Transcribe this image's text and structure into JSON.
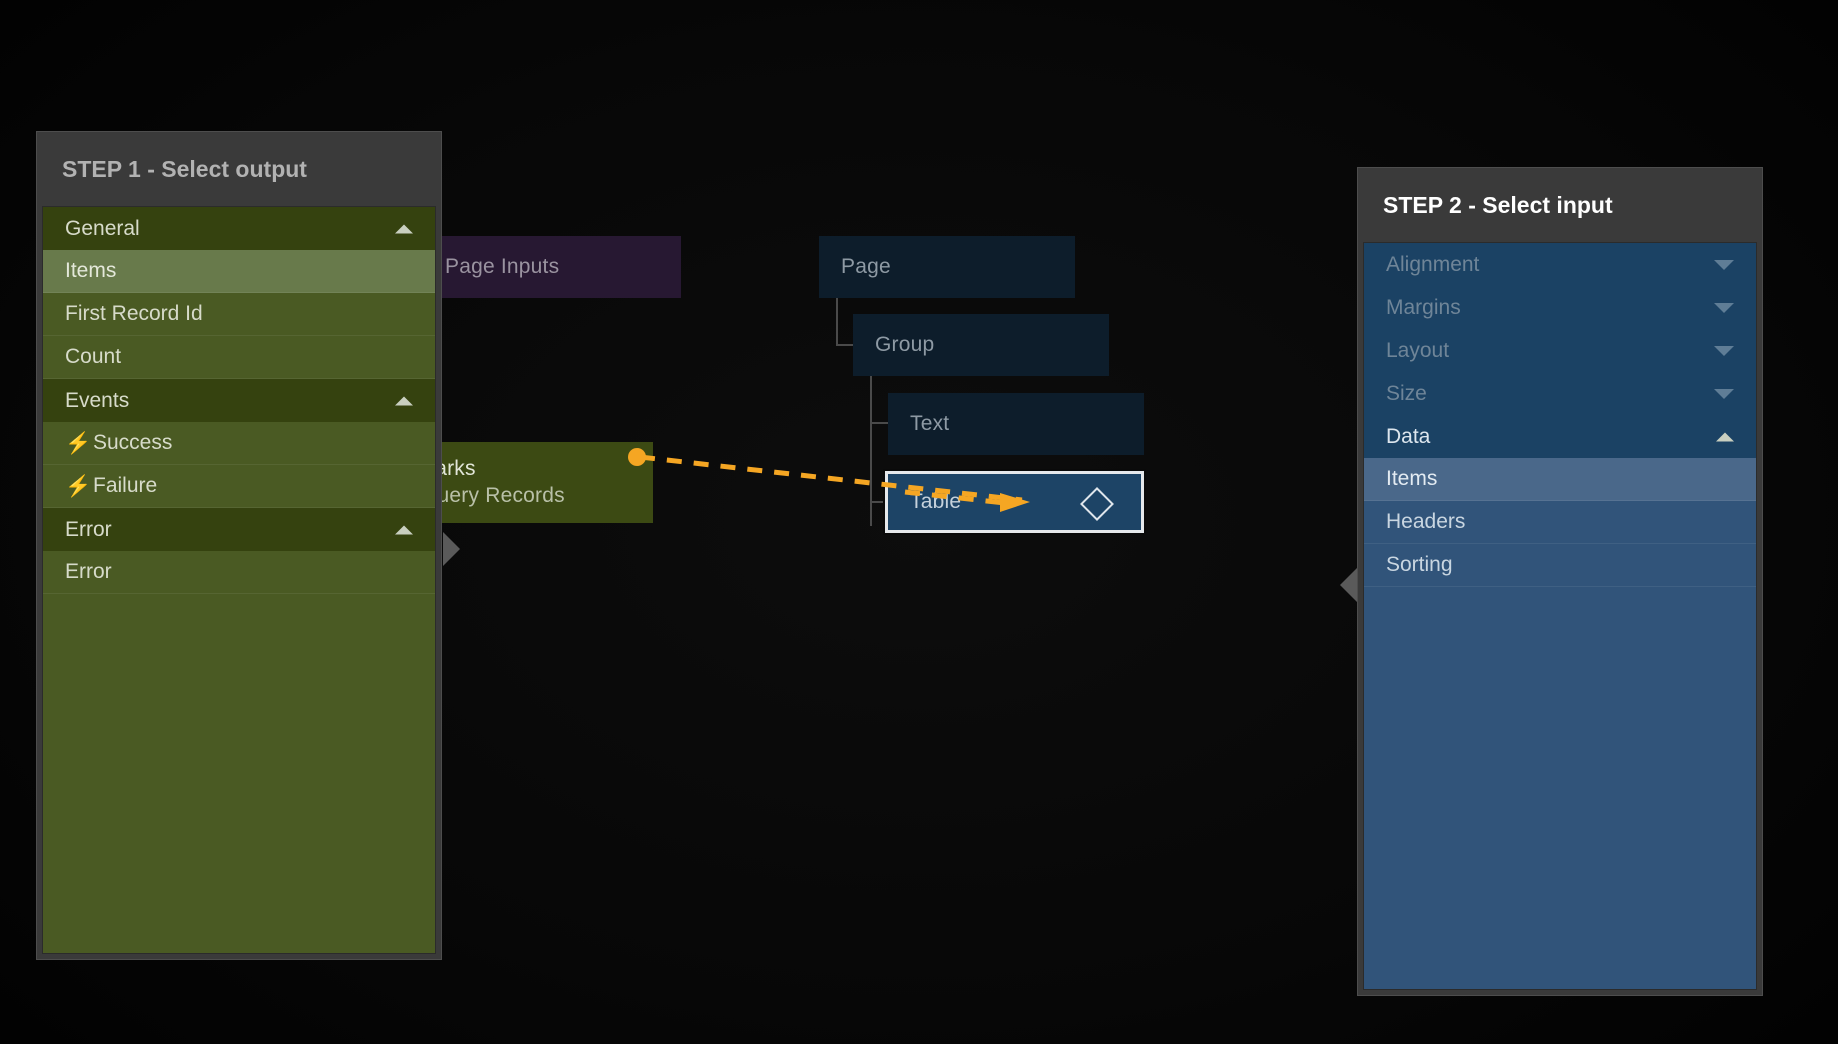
{
  "step1": {
    "title": "STEP 1 - Select output",
    "rows": [
      {
        "label": "General",
        "kind": "group",
        "caret": "up",
        "icon": null
      },
      {
        "label": "Items",
        "kind": "selected",
        "caret": null,
        "icon": null
      },
      {
        "label": "First Record Id",
        "kind": "item",
        "caret": null,
        "icon": null
      },
      {
        "label": "Count",
        "kind": "item",
        "caret": null,
        "icon": null
      },
      {
        "label": "Events",
        "kind": "group",
        "caret": "up",
        "icon": null
      },
      {
        "label": "Success",
        "kind": "item",
        "caret": null,
        "icon": "lightning-icon"
      },
      {
        "label": "Failure",
        "kind": "item",
        "caret": null,
        "icon": "lightning-icon"
      },
      {
        "label": "Error",
        "kind": "group",
        "caret": "up",
        "icon": null
      },
      {
        "label": "Error",
        "kind": "item",
        "caret": null,
        "icon": null
      }
    ]
  },
  "step2": {
    "title": "STEP 2 - Select input",
    "rows": [
      {
        "label": "Alignment",
        "kind": "group-dim",
        "caret": "down",
        "icon": null
      },
      {
        "label": "Margins",
        "kind": "group-dim",
        "caret": "down",
        "icon": null
      },
      {
        "label": "Layout",
        "kind": "group-dim",
        "caret": "down",
        "icon": null
      },
      {
        "label": "Size",
        "kind": "group-dim",
        "caret": "down",
        "icon": null
      },
      {
        "label": "Data",
        "kind": "group",
        "caret": "up",
        "icon": null
      },
      {
        "label": "Items",
        "kind": "selected",
        "caret": null,
        "icon": null
      },
      {
        "label": "Headers",
        "kind": "item",
        "caret": null,
        "icon": null
      },
      {
        "label": "Sorting",
        "kind": "item",
        "caret": null,
        "icon": null
      }
    ]
  },
  "nodes": {
    "page_inputs": {
      "label": "Page Inputs"
    },
    "page": {
      "label": "Page"
    },
    "group": {
      "label": "Group"
    },
    "text": {
      "label": "Text"
    },
    "table": {
      "label": "Table",
      "badge_icon": "diamond-icon"
    },
    "parks": {
      "title": "Parks",
      "subtitle": "Query Records"
    }
  },
  "connection": {
    "icon_source": "connector-dot",
    "icon_target": "arrow-head-icon",
    "color": "#f5a623",
    "style": "dashed"
  },
  "colors": {
    "background": "#070707",
    "panel_chrome": "#3a3a3a",
    "output_green": "#4a5a23",
    "output_green_group": "#35420f",
    "output_green_selected": "#687a4b",
    "input_blue": "#31547a",
    "input_blue_group": "#1b4264",
    "input_blue_selected": "#4a688a",
    "node_blue": "#0d1d2b",
    "node_purple": "#271832",
    "node_green": "#3c4a13",
    "accent_orange": "#f5a623",
    "selection_outline": "#e6e9ec"
  },
  "icons": {
    "lightning": "⚡",
    "caret_up": "▲",
    "caret_down": "▼",
    "diamond": "◇"
  }
}
